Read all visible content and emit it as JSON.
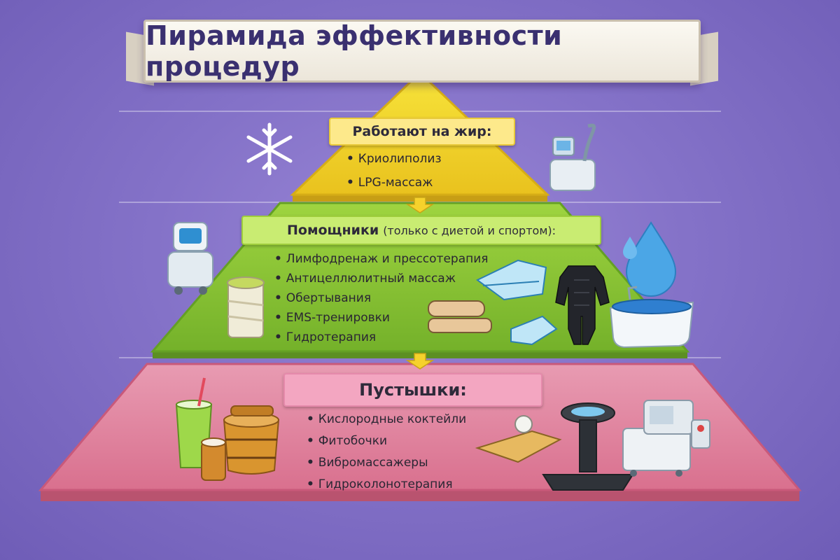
{
  "title": "Пирамида эффективности процедур",
  "tiers": {
    "top": {
      "heading": "Работают на жир:",
      "items": [
        "Криолиполиз",
        "LPG-массаж"
      ],
      "color": "#f2d32e"
    },
    "middle": {
      "heading": "Помощники",
      "heading_note": "(только с диетой и спортом):",
      "items": [
        "Лимфодренаж и прессотерапия",
        "Антицеллюлитный массаж",
        "Обертывания",
        "EMS-тренировки",
        "Гидротерапия"
      ],
      "color": "#8fc93a"
    },
    "bottom": {
      "heading": "Пустышки:",
      "items": [
        "Кислородные коктейли",
        "Фитобочки",
        "Вибромассажеры",
        "Гидроколонотерапия"
      ],
      "color": "#e07a95"
    }
  },
  "icons": [
    "snowflake-icon",
    "lpg-machine-icon",
    "pressotherapy-machine-icon",
    "water-drop-icon",
    "wrap-bucket-icon",
    "compression-suit-icon",
    "ems-suit-icon",
    "hydrotherapy-bath-icon",
    "oxygen-cocktail-icon",
    "phyto-barrel-icon",
    "vibration-platform-icon",
    "colon-hydrotherapy-machine-icon",
    "arrow-down-icon"
  ]
}
